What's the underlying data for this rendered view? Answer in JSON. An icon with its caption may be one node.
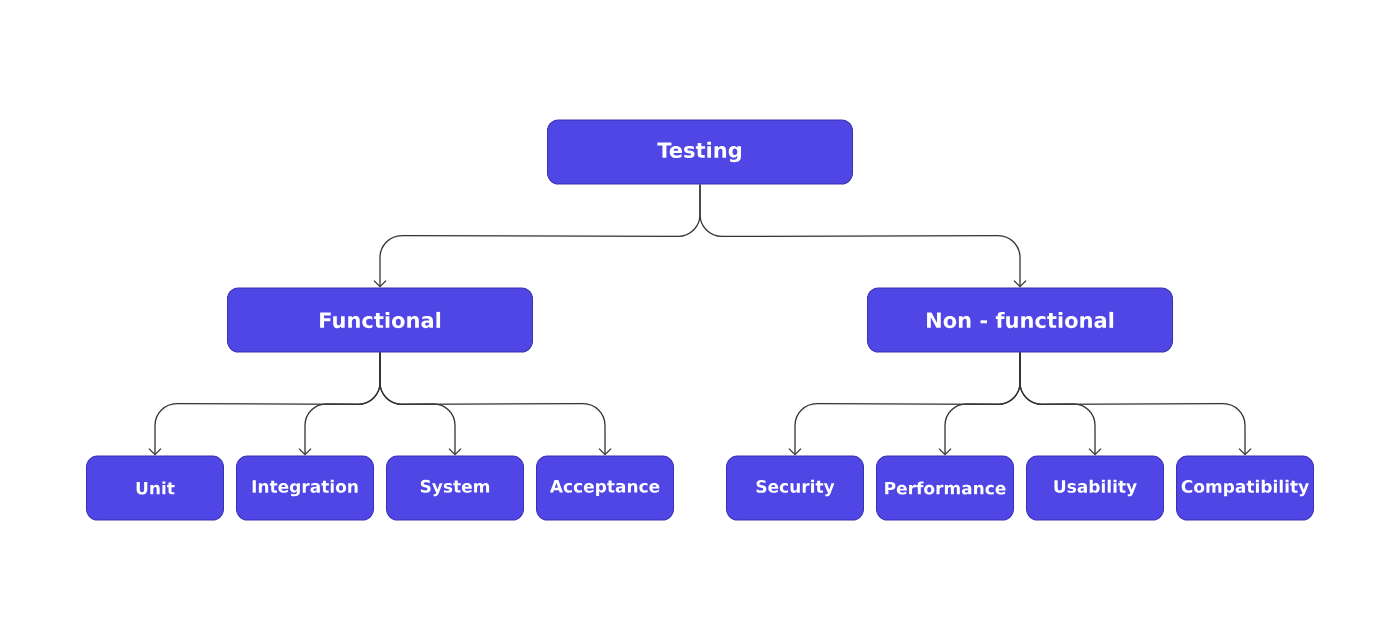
{
  "diagram": {
    "nodes": [
      {
        "text": [
          "Testing"
        ]
      },
      {
        "text": [
          "Functional"
        ]
      },
      {
        "text": [
          "Non - functional"
        ]
      },
      {
        "text": [
          "Unit"
        ]
      },
      {
        "text": [
          "Integration"
        ]
      },
      {
        "text": [
          "System"
        ]
      },
      {
        "text": [
          "Acceptance"
        ]
      },
      {
        "text": [
          "Security"
        ]
      },
      {
        "text": [
          "Performance"
        ]
      },
      {
        "text": [
          "Usability"
        ]
      },
      {
        "text": [
          "Compatibility"
        ]
      }
    ],
    "edges": [
      {
        "from": 0,
        "to": 1,
        "arrow": "to"
      },
      {
        "from": 0,
        "to": 2,
        "arrow": "to"
      },
      {
        "from": 1,
        "to": 3,
        "arrow": "to"
      },
      {
        "from": 1,
        "to": 4,
        "arrow": "to"
      },
      {
        "from": 1,
        "to": 5,
        "arrow": "to"
      },
      {
        "from": 1,
        "to": 6,
        "arrow": "to"
      },
      {
        "from": 2,
        "to": 7,
        "arrow": "to"
      },
      {
        "from": 2,
        "to": 8,
        "arrow": "to"
      },
      {
        "from": 2,
        "to": 9,
        "arrow": "to"
      },
      {
        "from": 2,
        "to": 10,
        "arrow": "to"
      }
    ]
  }
}
